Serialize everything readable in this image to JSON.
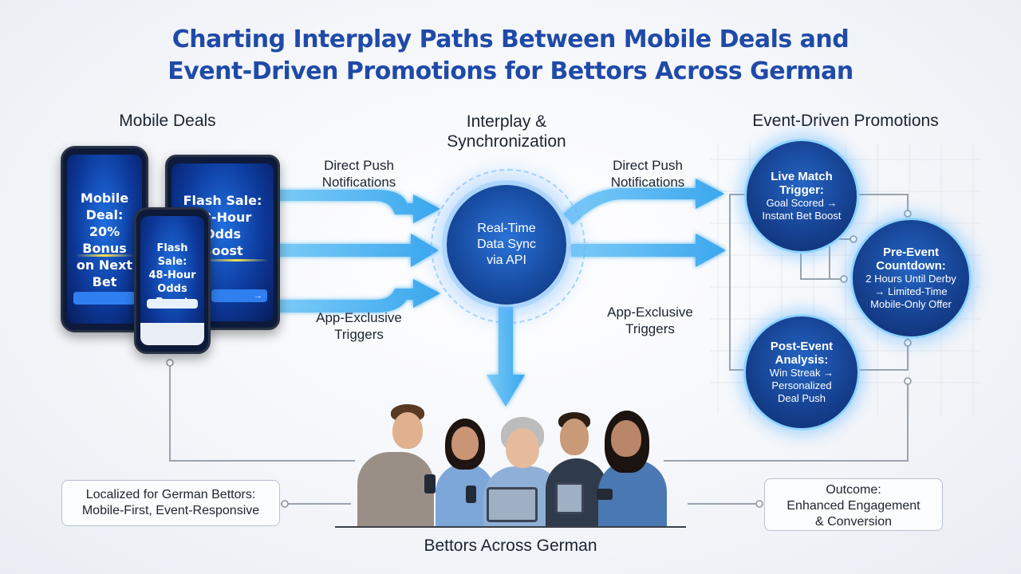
{
  "title_line1": "Charting Interplay Paths Between Mobile Deals and",
  "title_line2": "Event-Driven Promotions for Bettors Across German",
  "columns": {
    "left": "Mobile Deals",
    "center_line1": "Interplay &",
    "center_line2": "Synchronization",
    "right": "Event-Driven Promotions"
  },
  "flows": {
    "left_push_line1": "Direct Push",
    "left_push_line2": "Notifications",
    "left_app_line1": "App-Exclusive",
    "left_app_line2": "Triggers",
    "right_push_line1": "Direct Push",
    "right_push_line2": "Notifications",
    "right_app_line1": "App-Exclusive",
    "right_app_line2": "Triggers"
  },
  "hub": {
    "line1": "Real-Time",
    "line2": "Data Sync",
    "line3": "via API"
  },
  "phones": {
    "left_promo_line1": "Mobile Deal:",
    "left_promo_line2": "20% Bonus",
    "left_promo_line3": "on Next Bet",
    "tablet_promo_line1": "Flash Sale:",
    "tablet_promo_line2": "48-Hour Odds",
    "tablet_promo_line3": "Boost",
    "front_promo_line1": "Flash Sale:",
    "front_promo_line2": "48-Hour",
    "front_promo_line3": "Odds Boost"
  },
  "events": {
    "live_title1": "Live Match",
    "live_title2": "Trigger:",
    "live_body1": "Goal Scored →",
    "live_body2": "Instant Bet Boost",
    "pre_title1": "Pre-Event",
    "pre_title2": "Countdown:",
    "pre_body1": "2 Hours Until Derby",
    "pre_body2": "→ Limited-Time",
    "pre_body3": "Mobile-Only Offer",
    "post_title1": "Post-Event",
    "post_title2": "Analysis:",
    "post_body1": "Win Streak →",
    "post_body2": "Personalized",
    "post_body3": "Deal Push"
  },
  "localized": {
    "line1": "Localized for German Bettors:",
    "line2": "Mobile-First, Event-Responsive"
  },
  "outcome": {
    "line1": "Outcome:",
    "line2": "Enhanced Engagement",
    "line3": "& Conversion"
  },
  "bettors_label": "Bettors Across German",
  "colors": {
    "title": "#1f4aa8",
    "arrow": "#4fb6f2",
    "circle_fill": "#164a9e",
    "circle_border": "#8fd3ff"
  }
}
